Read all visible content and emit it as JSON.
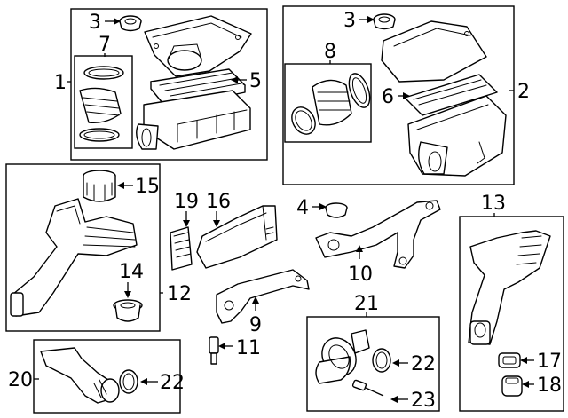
{
  "diagram": {
    "callouts": {
      "c1": "1",
      "c2": "2",
      "c3a": "3",
      "c3b": "3",
      "c4": "4",
      "c5": "5",
      "c6": "6",
      "c7": "7",
      "c8": "8",
      "c9": "9",
      "c10": "10",
      "c11": "11",
      "c12": "12",
      "c13": "13",
      "c14": "14",
      "c15": "15",
      "c16": "16",
      "c17": "17",
      "c18": "18",
      "c19": "19",
      "c20": "20",
      "c21": "21",
      "c22a": "22",
      "c22b": "22",
      "c23": "23"
    }
  }
}
